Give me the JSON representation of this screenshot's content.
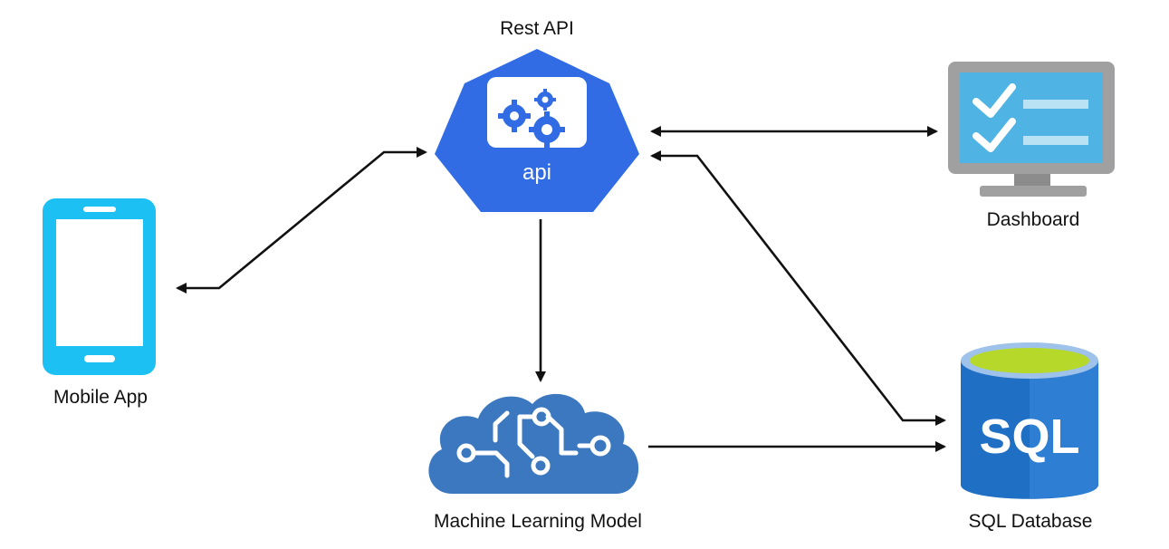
{
  "nodes": {
    "rest_api": {
      "label": "Rest API",
      "badge": "api"
    },
    "dashboard": {
      "label": "Dashboard"
    },
    "mobile_app": {
      "label": "Mobile App"
    },
    "ml_model": {
      "label": "Machine Learning Model"
    },
    "sql_database": {
      "label": "SQL Database",
      "badge": "SQL"
    }
  },
  "connections": [
    {
      "from": "Mobile App",
      "to": "Rest API",
      "direction": "bidirectional"
    },
    {
      "from": "Rest API",
      "to": "Dashboard",
      "direction": "bidirectional"
    },
    {
      "from": "Rest API",
      "to": "SQL Database",
      "direction": "bidirectional"
    },
    {
      "from": "Rest API",
      "to": "Machine Learning Model",
      "direction": "forward"
    },
    {
      "from": "Machine Learning Model",
      "to": "SQL Database",
      "direction": "forward"
    }
  ],
  "colors": {
    "api_blue": "#326CE5",
    "mobile_cyan": "#1CC0F2",
    "monitor_gray": "#A0A0A0",
    "screen_blue": "#4FB4E3",
    "cloud_blue": "#3B78C0",
    "sql_blue": "#1F6FC4",
    "sql_top_green": "#B6D82A",
    "arrow_black": "#111111"
  }
}
